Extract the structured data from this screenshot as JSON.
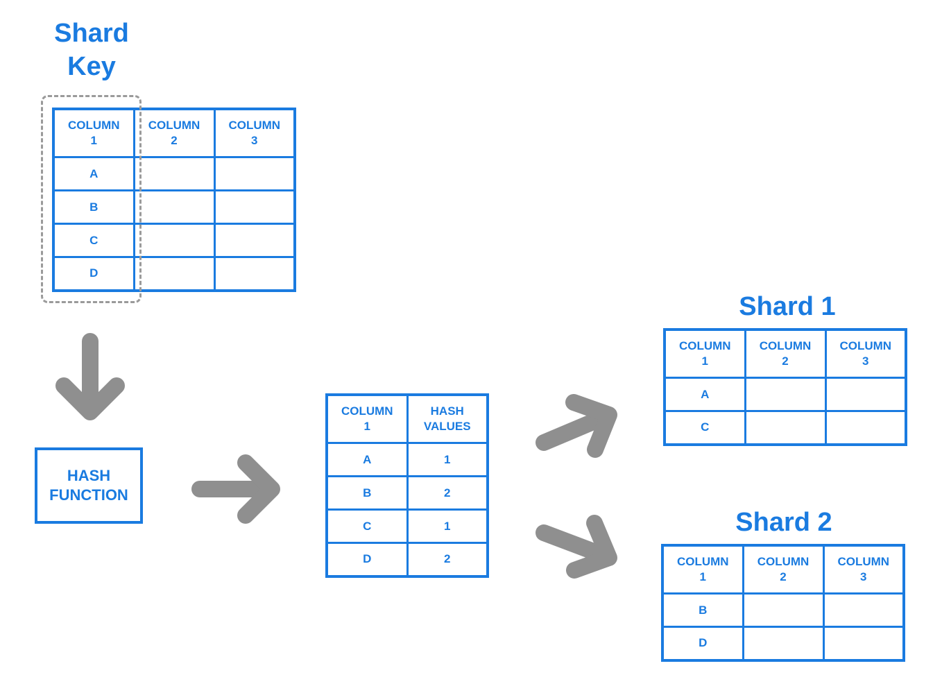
{
  "shard_key_title": "Shard Key",
  "source_table": {
    "headers": [
      "COLUMN\n1",
      "COLUMN\n2",
      "COLUMN\n3"
    ],
    "rows": [
      "A",
      "B",
      "C",
      "D"
    ]
  },
  "hash_function": {
    "line1": "HASH",
    "line2": "FUNCTION"
  },
  "hash_table": {
    "headers": [
      "COLUMN\n1",
      "HASH\nVALUES"
    ],
    "rows": [
      [
        "A",
        "1"
      ],
      [
        "B",
        "2"
      ],
      [
        "C",
        "1"
      ],
      [
        "D",
        "2"
      ]
    ]
  },
  "shard1": {
    "title": "Shard 1",
    "headers": [
      "COLUMN\n1",
      "COLUMN\n2",
      "COLUMN\n3"
    ],
    "rows": [
      "A",
      "C"
    ]
  },
  "shard2": {
    "title": "Shard 2",
    "headers": [
      "COLUMN\n1",
      "COLUMN\n2",
      "COLUMN\n3"
    ],
    "rows": [
      "B",
      "D"
    ]
  },
  "colors": {
    "accent": "#1a7be0",
    "arrow": "#8f8f8f",
    "dashed_frame": "#9a9a9a"
  }
}
